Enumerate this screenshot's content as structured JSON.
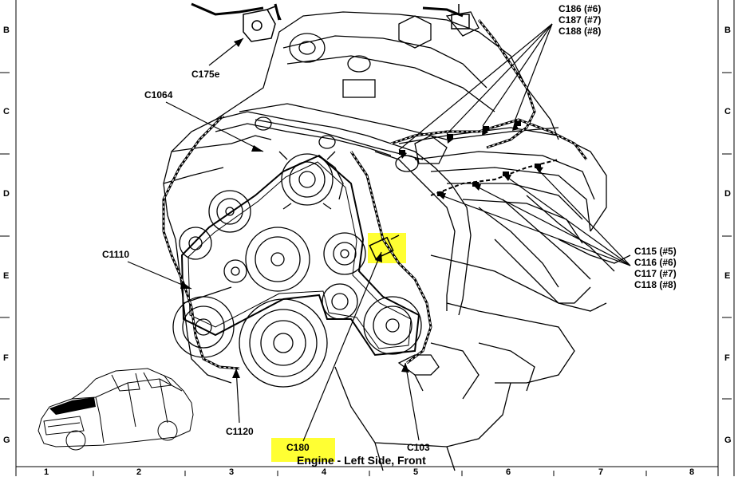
{
  "diagram": {
    "caption": "Engine - Left Side, Front",
    "callouts": {
      "c175e": "C175e",
      "c1064": "C1064",
      "c1110": "C1110",
      "c1120": "C1120",
      "c180": "C180",
      "c103": "C103",
      "c186": "C186 (#6)",
      "c187": "C187 (#7)",
      "c188": "C188 (#8)",
      "c115": "C115 (#5)",
      "c116": "C116 (#6)",
      "c117": "C117 (#7)",
      "c118": "C118 (#8)"
    },
    "grid_rows_left": [
      "B",
      "C",
      "D",
      "E",
      "F",
      "G"
    ],
    "grid_rows_right": [
      "B",
      "C",
      "D",
      "E",
      "F",
      "G"
    ],
    "grid_cols": [
      "1",
      "2",
      "3",
      "4",
      "5",
      "6",
      "7",
      "8"
    ],
    "highlight_color": "#ffff33"
  }
}
